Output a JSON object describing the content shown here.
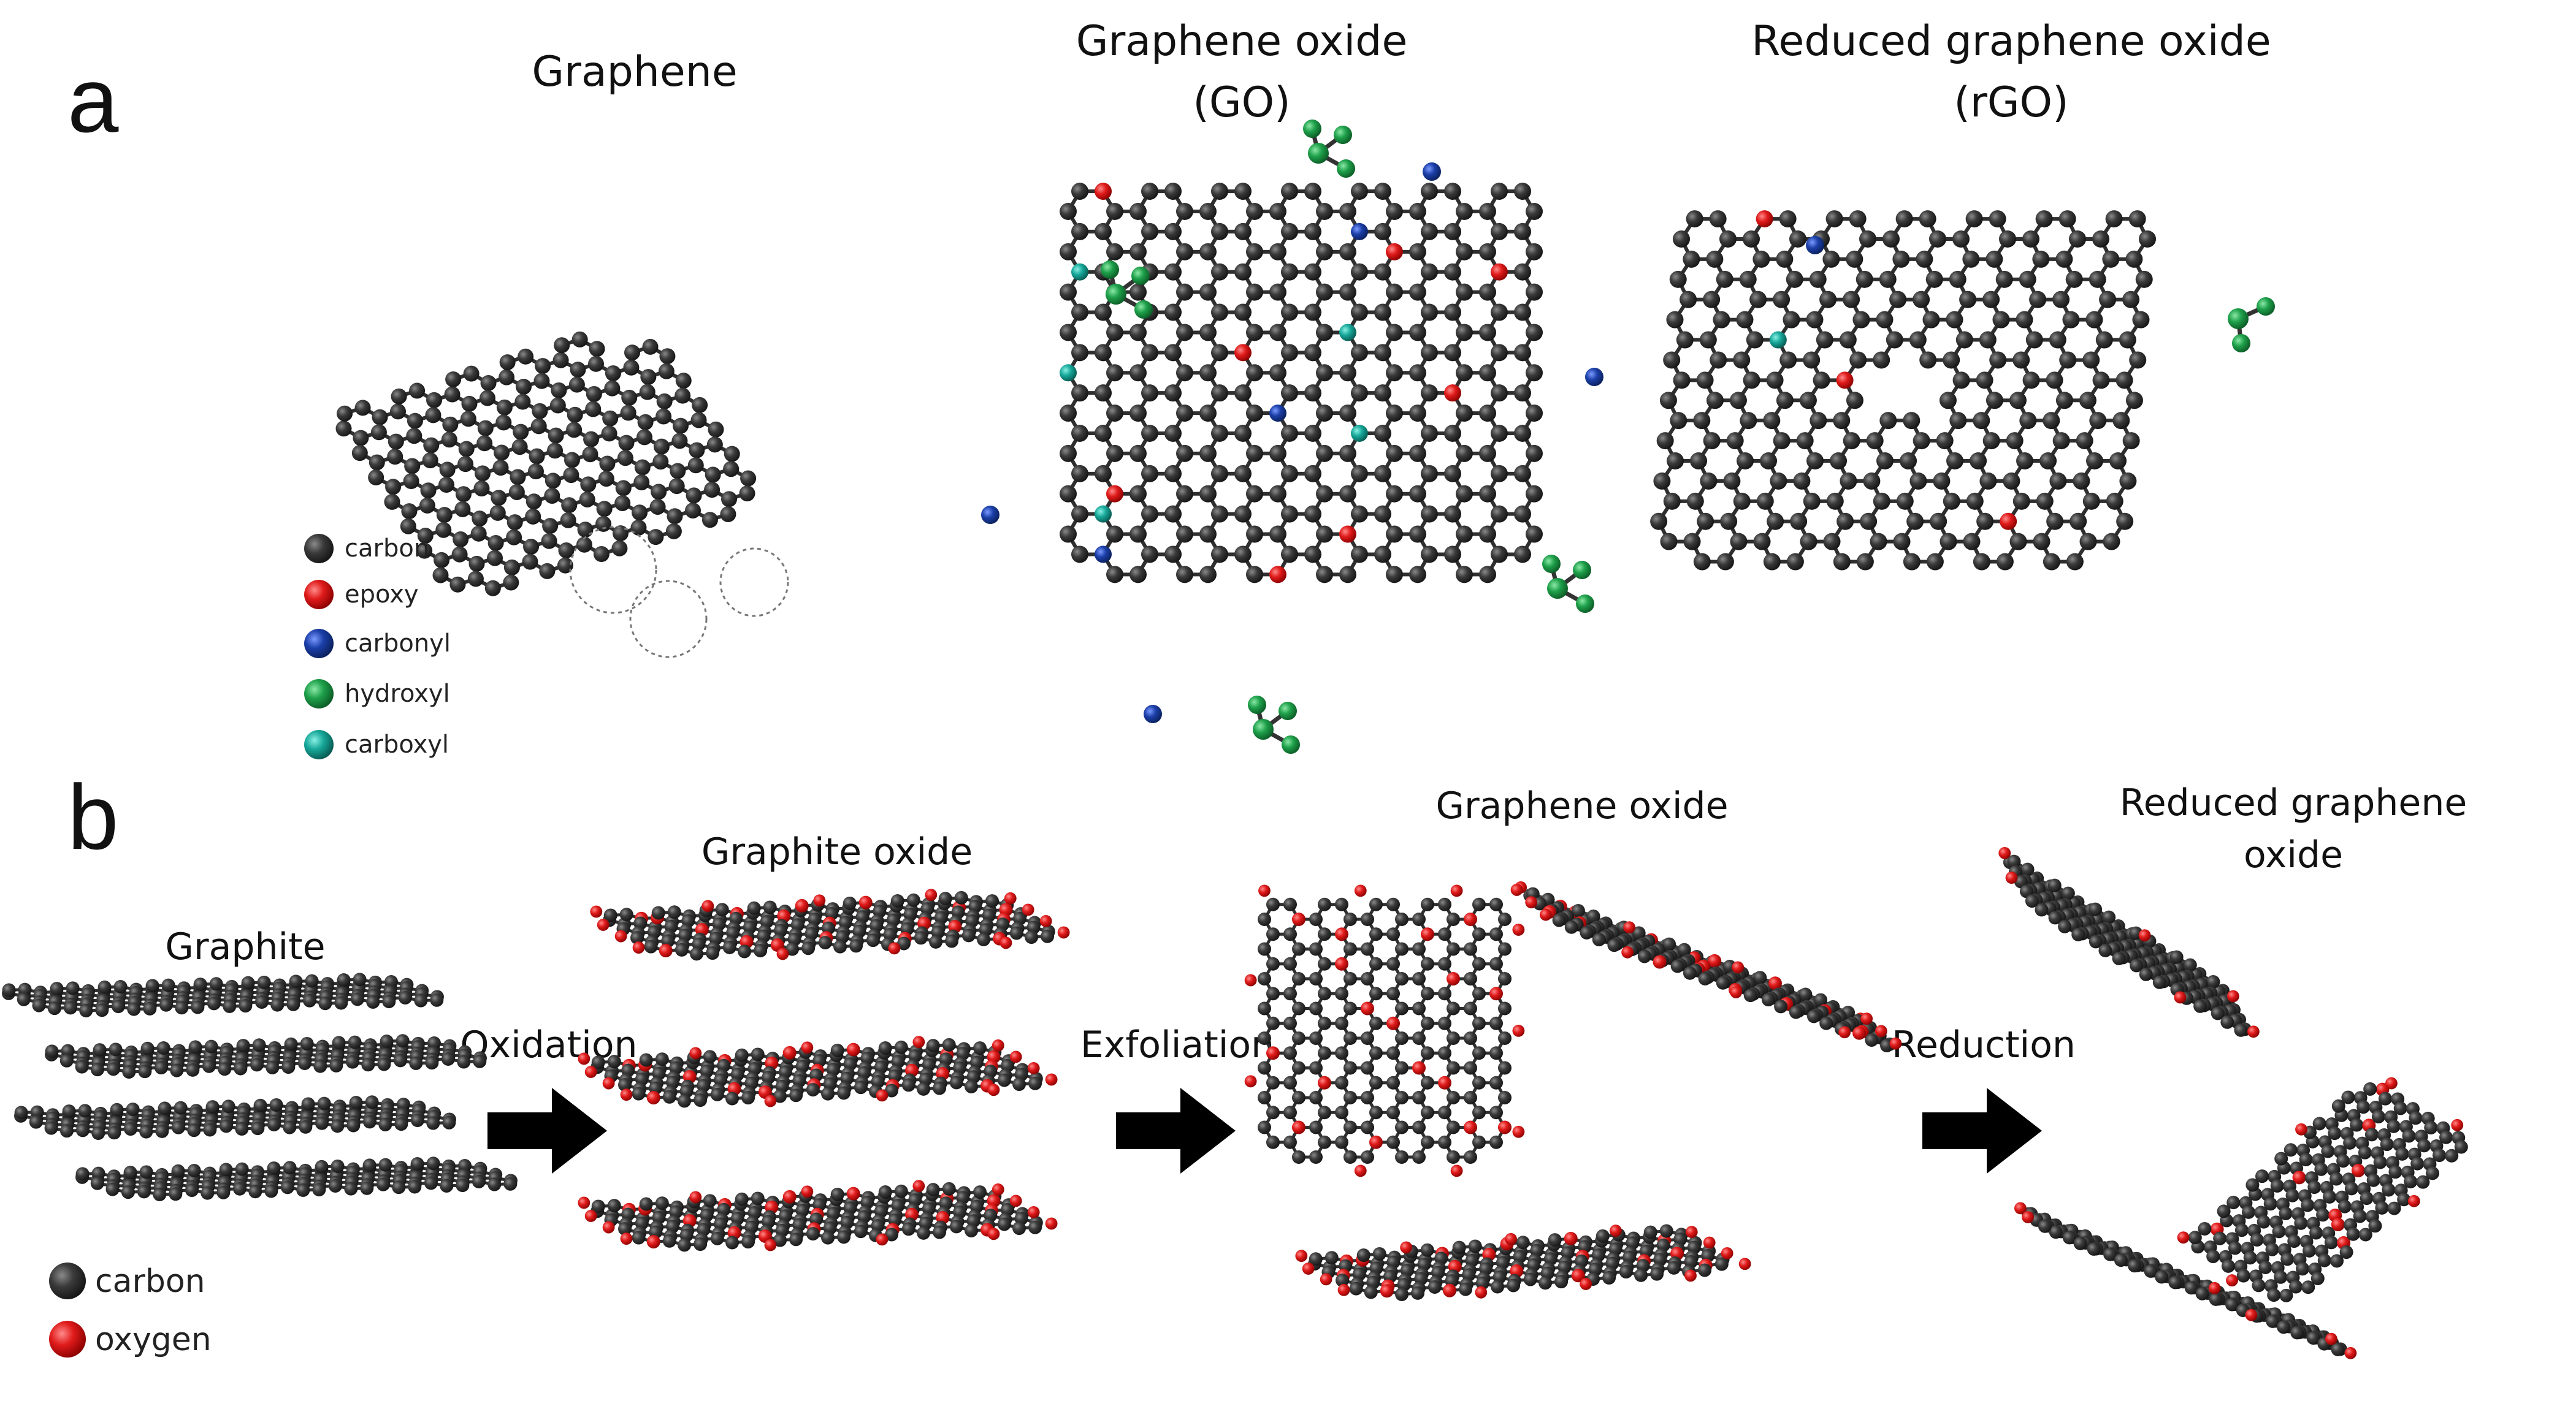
{
  "colors": {
    "carbon": "#2e2e2e",
    "epoxy": "#e01b1b",
    "carbonyl": "#1b3fa8",
    "hydroxyl": "#1ea04a",
    "carboxyl": "#17a89a",
    "oxygen": "#e01b1b",
    "arrow": "#000000"
  },
  "panel_a": {
    "letter": "a",
    "titles": {
      "graphene": "Graphene",
      "go_line1": "Graphene oxide",
      "go_line2": "(GO)",
      "rgo_line1": "Reduced graphene oxide",
      "rgo_line2": "(rGO)"
    },
    "legend": [
      {
        "key": "carbon",
        "label": "carbon"
      },
      {
        "key": "epoxy",
        "label": "epoxy"
      },
      {
        "key": "carbonyl",
        "label": "carbonyl"
      },
      {
        "key": "hydroxyl",
        "label": "hydroxyl"
      },
      {
        "key": "carboxyl",
        "label": "carboxyl"
      }
    ]
  },
  "panel_b": {
    "letter": "b",
    "titles": {
      "graphite": "Graphite",
      "graphite_oxide": "Graphite oxide",
      "graphene_oxide": "Graphene oxide",
      "rgo_line1": "Reduced graphene",
      "rgo_line2": "oxide"
    },
    "steps": {
      "oxidation": "Oxidation",
      "exfoliation": "Exfoliation",
      "reduction": "Reduction"
    },
    "legend": [
      {
        "key": "carbon",
        "label": "carbon"
      },
      {
        "key": "oxygen",
        "label": "oxygen"
      }
    ]
  }
}
